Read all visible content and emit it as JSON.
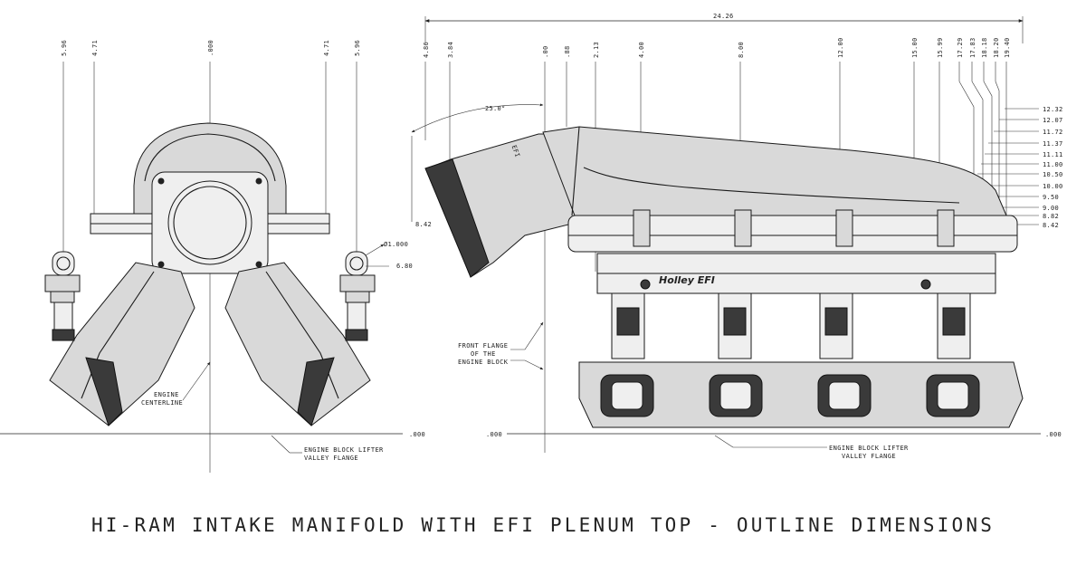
{
  "title": "HI-RAM INTAKE MANIFOLD WITH EFI PLENUM TOP - OUTLINE DIMENSIONS",
  "logo": "Holley EFI",
  "front_view": {
    "top_dims": [
      "5.96",
      "4.71",
      ".000",
      "4.71",
      "5.96"
    ],
    "diameter_label": "Ø1.000",
    "height_label": "6.80",
    "baseline_label": ".000",
    "engine_centerline": [
      "ENGINE",
      "CENTERLINE"
    ],
    "lifter_valley": [
      "ENGINE BLOCK LIFTER",
      "VALLEY FLANGE"
    ]
  },
  "side_view": {
    "overall_length": "24.26",
    "top_dims": [
      "4.86",
      "3.84",
      ".00",
      ".88",
      "2.13",
      "4.00",
      "8.00",
      "12.00",
      "15.00",
      "15.99",
      "17.29",
      "17.83",
      "18.18",
      "18.20",
      "19.40"
    ],
    "angle_label": "25.0°",
    "left_height": "8.42",
    "right_heights": [
      "12.32",
      "12.07",
      "11.72",
      "11.37",
      "11.11",
      "11.00",
      "10.50",
      "10.00",
      "9.50",
      "9.00",
      "8.82",
      "8.42"
    ],
    "front_flange": [
      "FRONT FLANGE",
      "OF THE",
      "ENGINE BLOCK"
    ],
    "baseline_left": ".000",
    "baseline_right": ".000",
    "lifter_valley": [
      "ENGINE BLOCK LIFTER",
      "VALLEY FLANGE"
    ]
  }
}
